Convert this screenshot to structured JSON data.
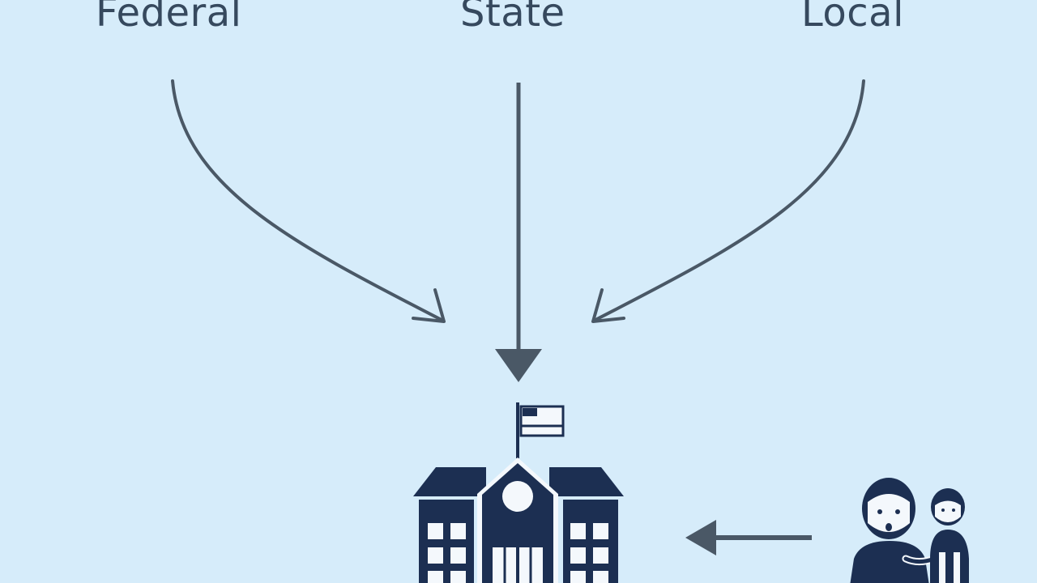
{
  "sources": {
    "federal": "Federal",
    "state": "State",
    "local": "Local"
  },
  "icons": {
    "school": "school-building-icon",
    "family": "parent-and-child-icon"
  },
  "colors": {
    "background": "#d6ecfa",
    "ink": "#4a5866",
    "icon": "#1c2f52"
  }
}
